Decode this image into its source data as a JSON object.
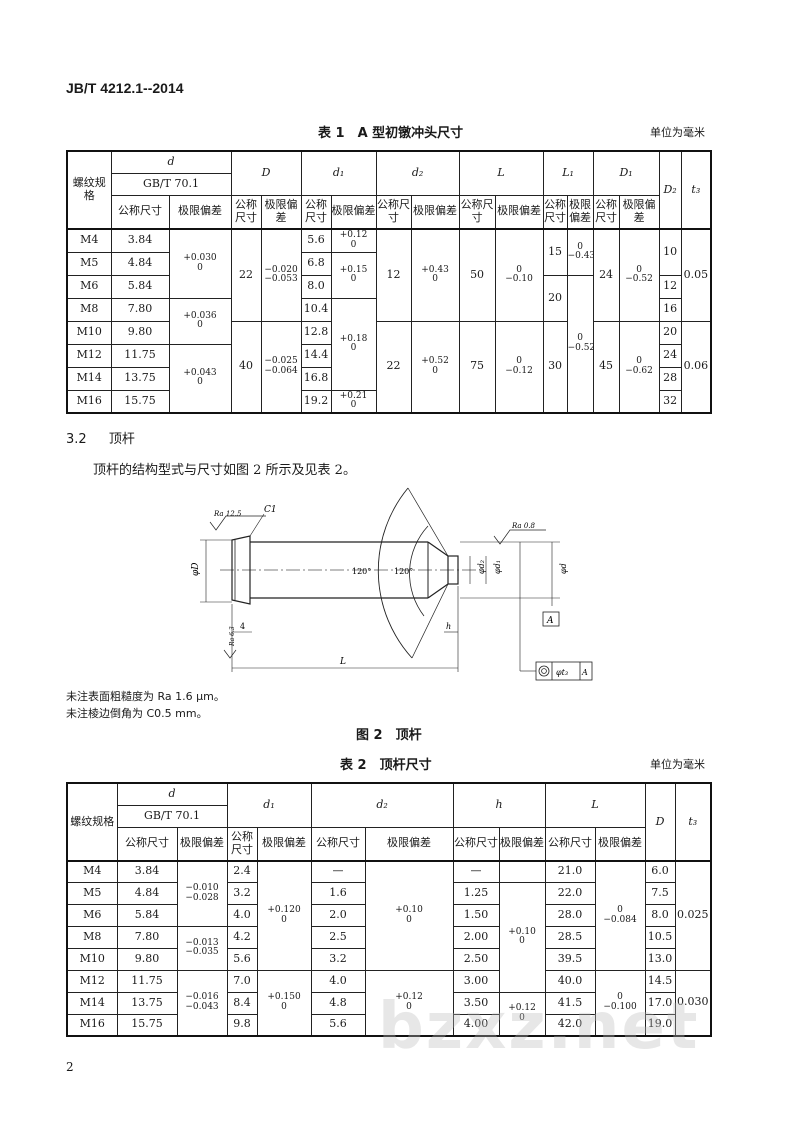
{
  "header": {
    "standard_code": "JB/T 4212.1--2014",
    "page_number": "2"
  },
  "table1": {
    "caption": "表 1　A 型初镦冲头尺寸",
    "unit": "单位为毫米",
    "h_thread": "螺纹规格",
    "h_d": "d",
    "h_gb": "GB/T 70.1",
    "h_D": "D",
    "h_d1": "d₁",
    "h_d2": "d₂",
    "h_L": "L",
    "h_L1": "L₁",
    "h_D1": "D₁",
    "h_D2": "D₂",
    "h_t3": "t₃",
    "h_nom": "公称尺寸",
    "h_tol": "极限偏差",
    "h_tol_split": "极限偏差",
    "rows": [
      {
        "thread": "M4",
        "d": "3.84",
        "d1": "5.6",
        "D2": "10"
      },
      {
        "thread": "M5",
        "d": "4.84",
        "d1": "6.8",
        "D2": ""
      },
      {
        "thread": "M6",
        "d": "5.84",
        "d1": "8.0",
        "D2": "12"
      },
      {
        "thread": "M8",
        "d": "7.80",
        "d1": "10.4",
        "D2": "16"
      },
      {
        "thread": "M10",
        "d": "9.80",
        "d1": "12.8",
        "D2": "20"
      },
      {
        "thread": "M12",
        "d": "11.75",
        "d1": "14.4",
        "D2": "24"
      },
      {
        "thread": "M14",
        "d": "13.75",
        "d1": "16.8",
        "D2": "28"
      },
      {
        "thread": "M16",
        "d": "15.75",
        "d1": "19.2",
        "D2": "32"
      }
    ],
    "d_tol_a_top": "+0.030",
    "d_tol_a_bot": "0",
    "d_tol_b_top": "+0.036",
    "d_tol_b_bot": "0",
    "d_tol_c_top": "+0.043",
    "d_tol_c_bot": "0",
    "D_a": "22",
    "D_a_tol_top": "−0.020",
    "D_a_tol_bot": "−0.053",
    "D_b": "40",
    "D_b_tol_top": "−0.025",
    "D_b_tol_bot": "−0.064",
    "d1_tol_a_top": "+0.12",
    "d1_tol_a_bot": "0",
    "d1_tol_b_top": "+0.15",
    "d1_tol_b_bot": "0",
    "d1_tol_c_top": "+0.18",
    "d1_tol_c_bot": "0",
    "d1_tol_d_top": "+0.21",
    "d1_tol_d_bot": "0",
    "d2_a": "12",
    "d2_a_tol_top": "+0.43",
    "d2_a_tol_bot": "0",
    "d2_b": "22",
    "d2_b_tol_top": "+0.52",
    "d2_b_tol_bot": "0",
    "L_a": "50",
    "L_a_tol_top": "0",
    "L_a_tol_bot": "−0.10",
    "L_b": "75",
    "L_b_tol_top": "0",
    "L_b_tol_bot": "−0.12",
    "L1_a": "15",
    "L1_a_tol_top": "0",
    "L1_a_tol_bot": "−0.43",
    "L1_b": "20",
    "L1_c": "30",
    "L1_bc_tol_top": "0",
    "L1_bc_tol_bot": "−0.52",
    "D1_a": "24",
    "D1_a_tol_top": "0",
    "D1_a_tol_bot": "−0.52",
    "D1_b": "45",
    "D1_b_tol_top": "0",
    "D1_b_tol_bot": "−0.62",
    "t3_a": "0.05",
    "t3_b": "0.06"
  },
  "section": {
    "number": "3.2",
    "title": "顶杆",
    "paragraph": "顶杆的结构型式与尺寸如图 2 所示及见表 2。"
  },
  "figure2": {
    "label_ra_left": "Ra 12.5",
    "label_c1": "C1",
    "label_ra_right": "Ra 0.8",
    "label_phiD": "φD",
    "label_angle_a": "120°",
    "label_angle_b": "120°",
    "label_phi_d2": "φd₂",
    "label_phi_d1": "φd₁",
    "label_phi_d": "φd",
    "label_ra_small": "Ra 6.3",
    "label_4": "4",
    "label_h": "h",
    "label_L": "L",
    "label_datum": "A",
    "label_tol_frame_value": "φt₃",
    "label_tol_frame_datum": "A",
    "note1": "未注表面粗糙度为 Ra 1.6 μm。",
    "note2": "未注棱边倒角为 C0.5 mm。",
    "caption": "图 2　顶杆"
  },
  "table2": {
    "caption": "表 2　顶杆尺寸",
    "unit": "单位为毫米",
    "h_thread": "螺纹规格",
    "h_d": "d",
    "h_gb": "GB/T 70.1",
    "h_d1": "d₁",
    "h_d2": "d₂",
    "h_h": "h",
    "h_L": "L",
    "h_D": "D",
    "h_t3": "t₃",
    "h_nom": "公称尺寸",
    "h_tol": "极限偏差",
    "rows": [
      {
        "thread": "M4",
        "d": "3.84",
        "d1": "2.4",
        "d2": "—",
        "h": "—",
        "L": "21.0",
        "D": "6.0"
      },
      {
        "thread": "M5",
        "d": "4.84",
        "d1": "3.2",
        "d2": "1.6",
        "h": "1.25",
        "L": "22.0",
        "D": "7.5"
      },
      {
        "thread": "M6",
        "d": "5.84",
        "d1": "4.0",
        "d2": "2.0",
        "h": "1.50",
        "L": "28.0",
        "D": "8.0"
      },
      {
        "thread": "M8",
        "d": "7.80",
        "d1": "4.2",
        "d2": "2.5",
        "h": "2.00",
        "L": "28.5",
        "D": "10.5"
      },
      {
        "thread": "M10",
        "d": "9.80",
        "d1": "5.6",
        "d2": "3.2",
        "h": "2.50",
        "L": "39.5",
        "D": "13.0"
      },
      {
        "thread": "M12",
        "d": "11.75",
        "d1": "7.0",
        "d2": "4.0",
        "h": "3.00",
        "L": "40.0",
        "D": "14.5"
      },
      {
        "thread": "M14",
        "d": "13.75",
        "d1": "8.4",
        "d2": "4.8",
        "h": "3.50",
        "L": "41.5",
        "D": "17.0"
      },
      {
        "thread": "M16",
        "d": "15.75",
        "d1": "9.8",
        "d2": "5.6",
        "h": "4.00",
        "L": "42.0",
        "D": "19.0"
      }
    ],
    "d_tol_a_top": "−0.010",
    "d_tol_a_bot": "−0.028",
    "d_tol_b_top": "−0.013",
    "d_tol_b_bot": "−0.035",
    "d_tol_c_top": "−0.016",
    "d_tol_c_bot": "−0.043",
    "d1_tol_a_top": "+0.120",
    "d1_tol_a_bot": "0",
    "d1_tol_b_top": "+0.150",
    "d1_tol_b_bot": "0",
    "d2_tol_a_top": "+0.10",
    "d2_tol_a_bot": "0",
    "d2_tol_b_top": "+0.12",
    "d2_tol_b_bot": "0",
    "h_tol_a_top": "+0.10",
    "h_tol_a_bot": "0",
    "h_tol_b_top": "+0.12",
    "h_tol_b_bot": "0",
    "L_tol_a_top": "0",
    "L_tol_a_bot": "−0.084",
    "L_tol_b_top": "0",
    "L_tol_b_bot": "−0.100",
    "t3_a": "0.025",
    "t3_b": "0.030"
  },
  "watermark": "bzxz.net"
}
